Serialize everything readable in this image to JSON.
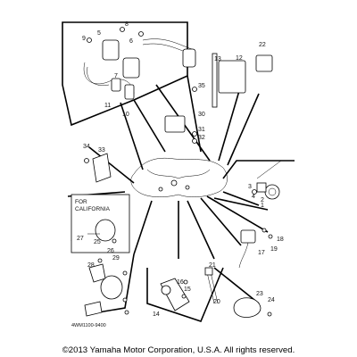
{
  "diagram": {
    "callouts": [
      "1",
      "2",
      "3",
      "4",
      "5",
      "6",
      "7",
      "8",
      "9",
      "10",
      "11",
      "12",
      "13",
      "14",
      "15",
      "16",
      "17",
      "18",
      "19",
      "20",
      "21",
      "22",
      "23",
      "24",
      "25",
      "26",
      "27",
      "28",
      "29",
      "30",
      "31",
      "32",
      "33",
      "34",
      "35"
    ],
    "inset_label_line1": "FOR",
    "inset_label_line2": "CALIFORNIA",
    "drawing_code": "4WM1100-9400",
    "copyright": "©2013 Yamaha Motor Corporation, U.S.A. All rights reserved."
  }
}
